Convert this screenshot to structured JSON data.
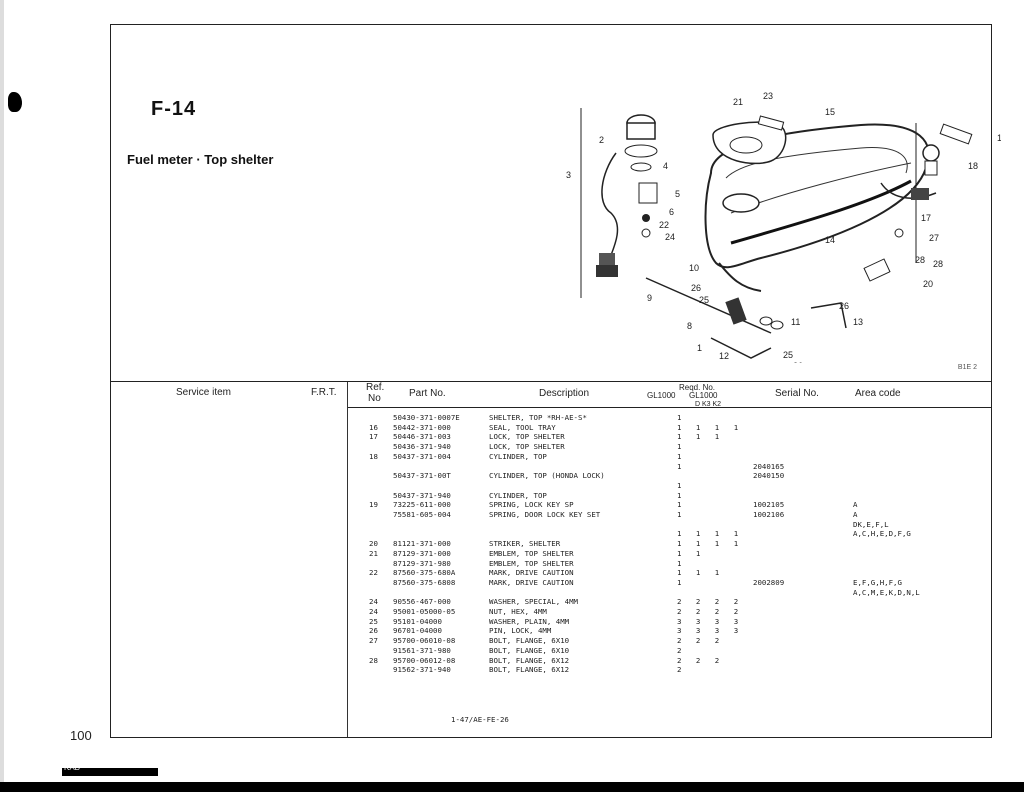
{
  "header": {
    "code": "F-14",
    "subtitle": "Fuel meter · Top shelter",
    "image_code": "B1E 2"
  },
  "page_number": "100",
  "table": {
    "columns": {
      "service_item": "Service item",
      "frt": "F.R.T.",
      "ref_no_line1": "Ref.",
      "ref_no_line2": "No",
      "part_no": "Part No.",
      "description": "Description",
      "reqd_no": "Reqd. No.",
      "model_1": "GL1000",
      "model_2": "GL1000",
      "model_3": "D K3 K2",
      "serial_no": "Serial No.",
      "area_code": "Area code"
    },
    "rows": [
      {
        "ref": "",
        "part": "50430-371-0007E",
        "desc": "SHELTER, TOP *RH-AE-S*",
        "qty": "1"
      },
      {
        "ref": "16",
        "part": "50442-371-000",
        "desc": "SEAL, TOOL TRAY",
        "qty": "1 1 1 1"
      },
      {
        "ref": "17",
        "part": "50446-371-003",
        "desc": "LOCK, TOP SHELTER",
        "qty": "1 1 1"
      },
      {
        "ref": "",
        "part": "50436-371-940",
        "desc": "LOCK, TOP SHELTER",
        "qty": "1"
      },
      {
        "ref": "18",
        "part": "50437-371-004",
        "desc": "CYLINDER, TOP",
        "qty": "1"
      },
      {
        "ref": "",
        "part": "",
        "desc": "",
        "qty": "1",
        "serial": "2040165"
      },
      {
        "ref": "",
        "part": "50437-371-00T",
        "desc": "CYLINDER, TOP (HONDA LOCK)",
        "qty": "",
        "serial": "2040150"
      },
      {
        "ref": "",
        "part": "",
        "desc": "",
        "qty": "1"
      },
      {
        "ref": "",
        "part": "50437-371-940",
        "desc": "CYLINDER, TOP",
        "qty": "1"
      },
      {
        "ref": "19",
        "part": "73225-611-000",
        "desc": "SPRING, LOCK KEY SP",
        "qty": "1",
        "serial": "1002105",
        "area": "A"
      },
      {
        "ref": "",
        "part": "75581-605-004",
        "desc": "SPRING, DOOR LOCK KEY SET",
        "qty": "1",
        "serial": "1002106",
        "area": "A"
      },
      {
        "ref": "",
        "part": "",
        "desc": "",
        "qty": "",
        "area": "DK,E,F,L"
      },
      {
        "ref": "",
        "part": "",
        "desc": "",
        "qty": "1 1 1 1",
        "area": "A,C,H,E,D,F,G"
      },
      {
        "ref": "20",
        "part": "81121-371-000",
        "desc": "STRIKER, SHELTER",
        "qty": "1 1 1 1"
      },
      {
        "ref": "21",
        "part": "87129-371-000",
        "desc": "EMBLEM, TOP SHELTER",
        "qty": "1 1"
      },
      {
        "ref": "",
        "part": "87129-371-980",
        "desc": "EMBLEM, TOP SHELTER",
        "qty": "1"
      },
      {
        "ref": "22",
        "part": "87560-375-680A",
        "desc": "MARK, DRIVE CAUTION",
        "qty": "1 1 1"
      },
      {
        "ref": "",
        "part": "87560-375-6808",
        "desc": "MARK, DRIVE CAUTION",
        "qty": "1",
        "serial": "2002809",
        "area": "E,F,G,H,F,G"
      },
      {
        "ref": "",
        "part": "",
        "desc": "",
        "qty": "",
        "area": "A,C,M,E,K,D,N,L"
      },
      {
        "ref": "24",
        "part": "90556-467-000",
        "desc": "WASHER, SPECIAL, 4MM",
        "qty": "2 2 2 2"
      },
      {
        "ref": "24",
        "part": "95001-05000-05",
        "desc": "NUT, HEX, 4MM",
        "qty": "2 2 2 2"
      },
      {
        "ref": "25",
        "part": "95101-04000",
        "desc": "WASHER, PLAIN, 4MM",
        "qty": "3 3 3 3"
      },
      {
        "ref": "26",
        "part": "96701-04000",
        "desc": "PIN, LOCK, 4MM",
        "qty": "3 3 3 3"
      },
      {
        "ref": "27",
        "part": "95700-06010-08",
        "desc": "BOLT, FLANGE, 6X10",
        "qty": "2 2 2"
      },
      {
        "ref": "",
        "part": "91561-371-980",
        "desc": "BOLT, FLANGE, 6X10",
        "qty": "2"
      },
      {
        "ref": "28",
        "part": "95700-06012-08",
        "desc": "BOLT, FLANGE, 6X12",
        "qty": "2 2 2"
      },
      {
        "ref": "",
        "part": "91562-371-940",
        "desc": "BOLT, FLANGE, 6X12",
        "qty": "2"
      }
    ],
    "footer_code": "1-47/AE-FE-26"
  },
  "diagram_labels": [
    "2",
    "3",
    "4",
    "5",
    "6",
    "22",
    "24",
    "21",
    "23",
    "15",
    "13",
    "18",
    "17",
    "27",
    "14",
    "10",
    "28",
    "28",
    "20",
    "26",
    "26",
    "9",
    "25",
    "8",
    "11",
    "13",
    "25",
    "1",
    "12",
    "26"
  ],
  "bar_label": "KAB"
}
